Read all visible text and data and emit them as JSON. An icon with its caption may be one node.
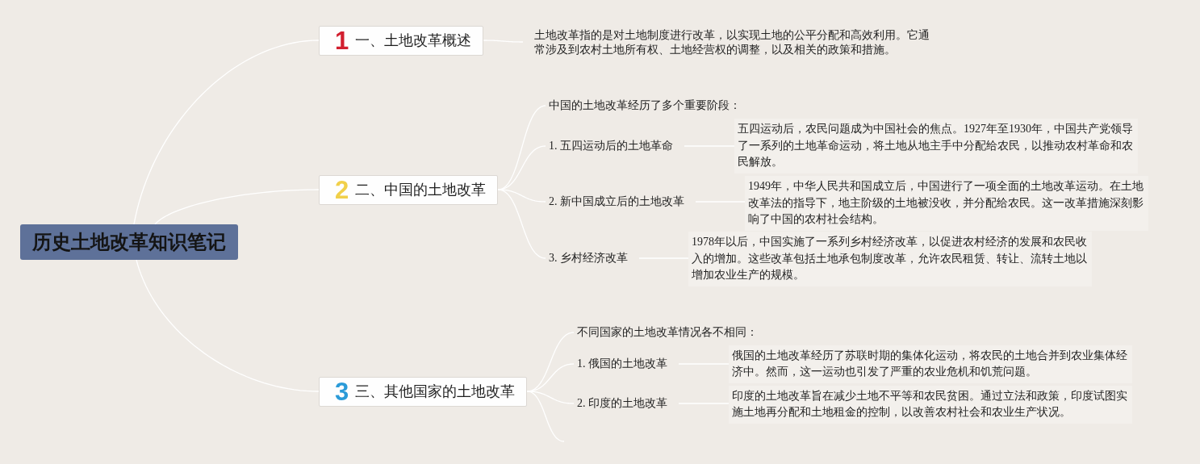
{
  "diagram": {
    "nodes": [
      {
        "text": [
          "历史土地改革知识笔记"
        ]
      },
      {
        "text": [
          "1",
          "一、土地改革概述"
        ]
      },
      {
        "text": [
          "土地改革指的是对土地制度进行改革，以实现土地的公平分配和高效利用。它通常涉及到农村土地所有权、土地经营权的调整，以及相关的政策和措施。"
        ]
      },
      {
        "text": [
          "2",
          "二、中国的土地改革"
        ]
      },
      {
        "text": [
          "中国的土地改革经历了多个重要阶段："
        ]
      },
      {
        "text": [
          "1. 五四运动后的土地革命"
        ]
      },
      {
        "text": [
          "五四运动后，农民问题成为中国社会的焦点。1927年至1930年，中国共产党领导了一系列的土地革命运动，将土地从地主手中分配给农民，以推动农村革命和农民解放。"
        ]
      },
      {
        "text": [
          "2. 新中国成立后的土地改革"
        ]
      },
      {
        "text": [
          "1949年，中华人民共和国成立后，中国进行了一项全面的土地改革运动。在土地改革法的指导下，地主阶级的土地被没收，并分配给农民。这一改革措施深刻影响了中国的农村社会结构。"
        ]
      },
      {
        "text": [
          "3. 乡村经济改革"
        ]
      },
      {
        "text": [
          "1978年以后，中国实施了一系列乡村经济改革，以促进农村经济的发展和农民收入的增加。这些改革包括土地承包制度改革，允许农民租赁、转让、流转土地以增加农业生产的规模。"
        ]
      },
      {
        "text": [
          "3",
          "三、其他国家的土地改革"
        ]
      },
      {
        "text": [
          "不同国家的土地改革情况各不相同："
        ]
      },
      {
        "text": [
          "1. 俄国的土地改革"
        ]
      },
      {
        "text": [
          "俄国的土地改革经历了苏联时期的集体化运动，将农民的土地合并到农业集体经济中。然而，这一运动也引发了严重的农业危机和饥荒问题。"
        ]
      },
      {
        "text": [
          "2. 印度的土地改革"
        ]
      },
      {
        "text": [
          "印度的土地改革旨在减少土地不平等和农民贫困。通过立法和政策，印度试图实施土地再分配和土地租金的控制，以改善农村社会和农业生产状况。"
        ]
      }
    ],
    "edges": [
      {
        "from": 0,
        "to": 1,
        "arrow": "none"
      },
      {
        "from": 0,
        "to": 3,
        "arrow": "none"
      },
      {
        "from": 0,
        "to": 11,
        "arrow": "none"
      },
      {
        "from": 1,
        "to": 2,
        "arrow": "none"
      },
      {
        "from": 3,
        "to": 4,
        "arrow": "none"
      },
      {
        "from": 3,
        "to": 5,
        "arrow": "none"
      },
      {
        "from": 3,
        "to": 7,
        "arrow": "none"
      },
      {
        "from": 3,
        "to": 9,
        "arrow": "none"
      },
      {
        "from": 5,
        "to": 6,
        "arrow": "none"
      },
      {
        "from": 7,
        "to": 8,
        "arrow": "none"
      },
      {
        "from": 9,
        "to": 10,
        "arrow": "none"
      },
      {
        "from": 11,
        "to": 12,
        "arrow": "none"
      },
      {
        "from": 11,
        "to": 13,
        "arrow": "none"
      },
      {
        "from": 11,
        "to": 15,
        "arrow": "none"
      },
      {
        "from": 11,
        "to": null,
        "arrow": "none"
      },
      {
        "from": 13,
        "to": 14,
        "arrow": "none"
      },
      {
        "from": 15,
        "to": 16,
        "arrow": "none"
      }
    ]
  }
}
